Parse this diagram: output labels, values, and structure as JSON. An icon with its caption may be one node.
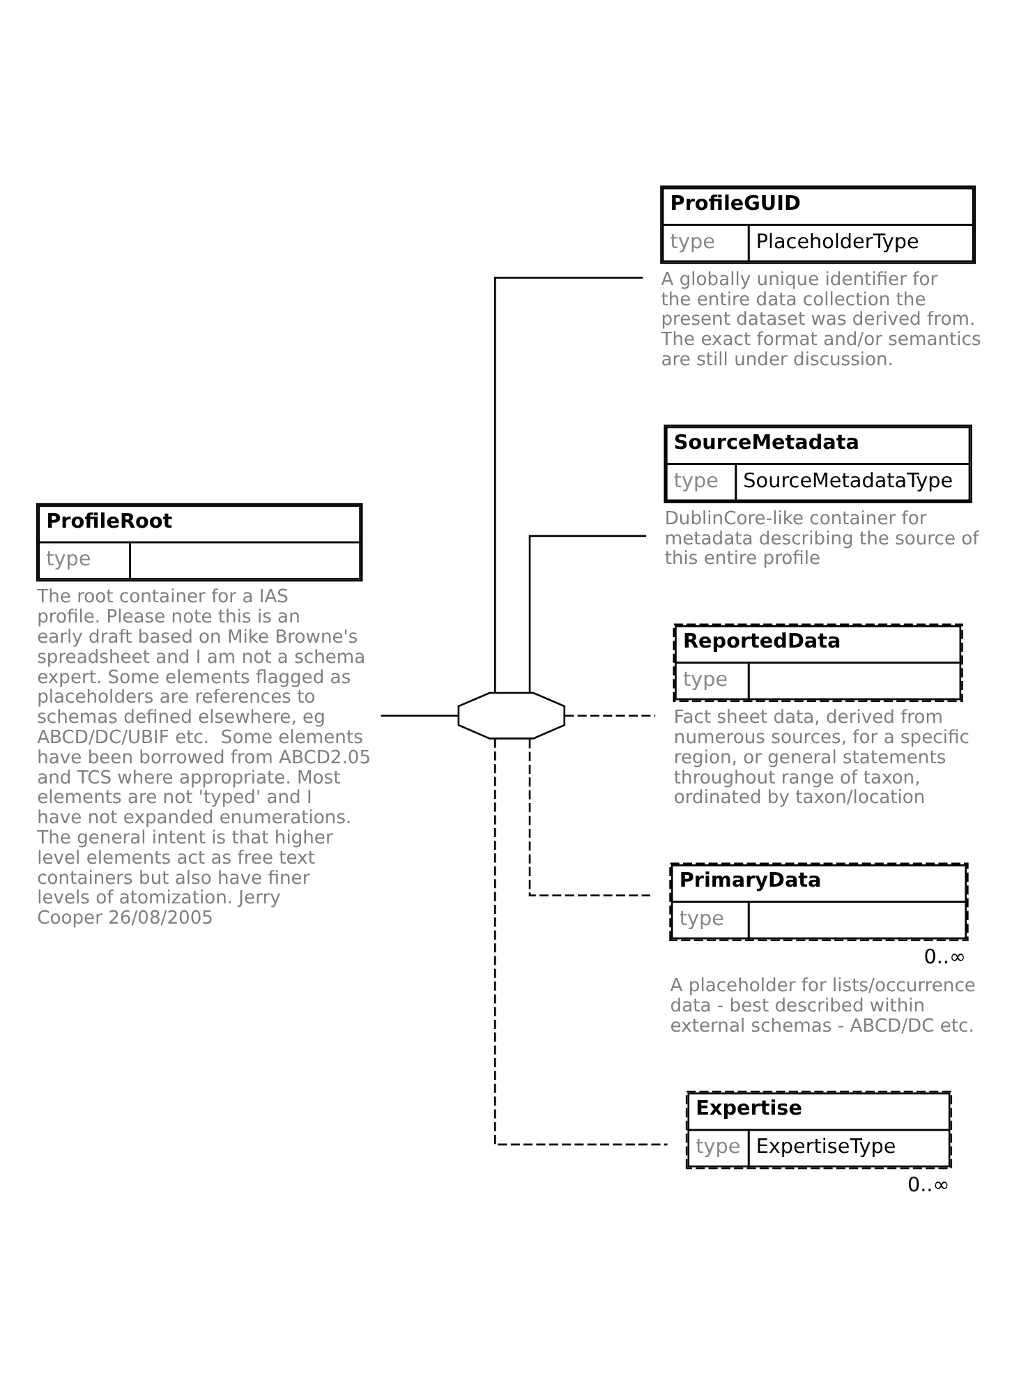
{
  "diagram": {
    "nodes": [
      {
        "text": [
          "ProfileRoot",
          "type"
        ],
        "beside": [
          "The root container for a IAS profile. Please note this is an early draft based on Mike Browne's spreadsheet and I am not a schema expert. Some elements flagged as placeholders are references to schemas defined elsewhere, eg ABCD/DC/UBIF etc.  Some elements have been borrowed from ABCD2.05 and TCS where appropriate. Most elements are not 'typed' and I have not expanded enumerations. The general intent is that higher level elements act as free text containers but also have finer levels of atomization. Jerry Cooper 26/08/2005"
        ]
      },
      {
        "text": [],
        "shape": "octagon"
      },
      {
        "text": [
          "ProfileGUID",
          "type",
          "PlaceholderType"
        ],
        "beside": [
          "A globally unique identifier for the entire data collection the present dataset was derived from. The exact format and/or semantics are still under discussion."
        ]
      },
      {
        "text": [
          "SourceMetadata",
          "type",
          "SourceMetadataType"
        ],
        "beside": [
          "DublinCore-like container for metadata describing the source of this entire profile"
        ]
      },
      {
        "text": [
          "ReportedData",
          "type"
        ],
        "beside": [
          "Fact sheet data, derived from numerous sources, for a specific region, or general statements throughout range of taxon, ordinated by taxon/location"
        ]
      },
      {
        "text": [
          "PrimaryData",
          "type"
        ],
        "beside": [
          "0..∞",
          "A placeholder for lists/occurrence data - best described within external schemas - ABCD/DC etc."
        ]
      },
      {
        "text": [
          "Expertise",
          "type",
          "ExpertiseType"
        ],
        "beside": [
          "0..∞"
        ]
      }
    ],
    "edges": [
      {
        "from": 0,
        "to": 1,
        "arrow": "none"
      },
      {
        "from": 1,
        "to": 2,
        "arrow": "none"
      },
      {
        "from": 1,
        "to": 3,
        "arrow": "none"
      },
      {
        "from": 1,
        "to": 4,
        "arrow": "none",
        "style": "dashed"
      },
      {
        "from": 1,
        "to": 5,
        "arrow": "none",
        "style": "dashed"
      },
      {
        "from": 1,
        "to": 6,
        "arrow": "none",
        "style": "dashed"
      }
    ]
  }
}
